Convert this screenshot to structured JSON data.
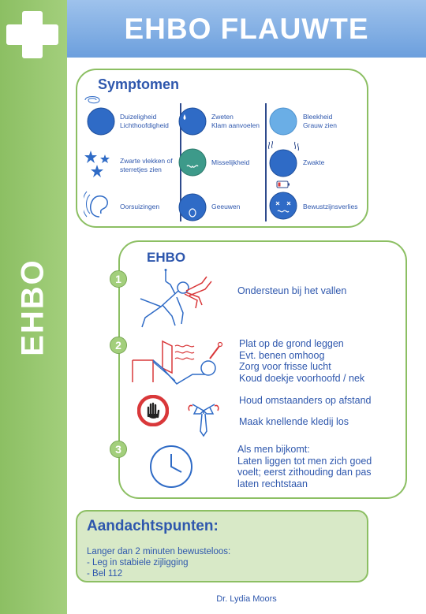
{
  "sidebar": {
    "label": "EHBO"
  },
  "header": {
    "title": "EHBO FLAUWTE"
  },
  "symptoms": {
    "title": "Symptomen",
    "items": [
      {
        "lines": [
          "Duizeligheid",
          "Lichthoofdigheid"
        ],
        "icon": "dizzy-face-icon"
      },
      {
        "lines": [
          "Zweten",
          "Klam aanvoelen"
        ],
        "icon": "sweat-face-icon"
      },
      {
        "lines": [
          "Bleekheid",
          "Grauw zien"
        ],
        "icon": "pale-face-icon"
      },
      {
        "lines": [
          "Zwarte vlekken of",
          "sterretjes zien"
        ],
        "icon": "stars-icon"
      },
      {
        "lines": [
          "Misselijkheid"
        ],
        "icon": "nausea-face-icon"
      },
      {
        "lines": [
          "Zwakte"
        ],
        "icon": "weak-face-icon"
      },
      {
        "lines": [
          "Oorsuizingen"
        ],
        "icon": "ear-icon"
      },
      {
        "lines": [
          "Geeuwen"
        ],
        "icon": "yawn-face-icon"
      },
      {
        "lines": [
          "Bewustzijnsverlies"
        ],
        "icon": "unconscious-face-icon"
      }
    ]
  },
  "ehbo": {
    "title": "EHBO",
    "steps": [
      {
        "number": "1",
        "lines": [
          "Ondersteun bij het vallen"
        ]
      },
      {
        "number": "2",
        "lines": [
          "Plat op de grond leggen",
          "Evt. benen omhoog",
          "Zorg voor frisse lucht",
          "Koud doekje voorhoofd / nek"
        ]
      },
      {
        "number": "",
        "lines": [
          "Houd omstaanders op afstand"
        ]
      },
      {
        "number": "",
        "lines": [
          "Maak knellende kledij los"
        ]
      },
      {
        "number": "3",
        "lines": [
          "Als men bijkomt:",
          "Laten liggen tot men zich goed",
          "voelt; eerst zithouding dan pas",
          "laten rechtstaan"
        ]
      }
    ]
  },
  "attention": {
    "title": "Aandachtspunten:",
    "lines": [
      "Langer dan 2 minuten bewusteloos:",
      "-  Leg in stabiele zijligging",
      "-  Bel 112"
    ]
  },
  "footer": {
    "author": "Dr. Lydia Moors"
  },
  "colors": {
    "green": "#8cbf63",
    "blue": "#2e57ad",
    "header": "#7aa8e3",
    "face": "#2f6bc6",
    "pale": "#6aaee6",
    "teal": "#3d9a8a",
    "red": "#d9383a"
  }
}
